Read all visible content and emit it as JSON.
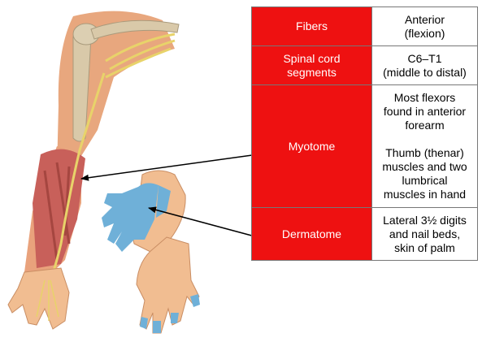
{
  "table": {
    "rows": [
      {
        "label": "Fibers",
        "value_lines": [
          "Anterior",
          "(flexion)"
        ]
      },
      {
        "label_lines": [
          "Spinal cord",
          "segments"
        ],
        "value_lines": [
          "C6–T1",
          "(middle to distal)"
        ]
      },
      {
        "label": "Myotome",
        "value_lines": [
          "Most flexors",
          "found in anterior",
          "forearm",
          "",
          "Thumb (thenar)",
          "muscles and two",
          "lumbrical",
          "muscles in hand"
        ]
      },
      {
        "label": "Dermatome",
        "value_lines": [
          "Lateral 3½ digits",
          "and nail beds,",
          "skin of palm"
        ]
      }
    ]
  },
  "colors": {
    "header_red": "#ee1111",
    "dermatome_blue": "#6fb0d8",
    "nerve_yellow": "#e8d36a",
    "skin": "#f1bd91",
    "muscle": "#c8605a",
    "bone": "#d9c9a9"
  }
}
